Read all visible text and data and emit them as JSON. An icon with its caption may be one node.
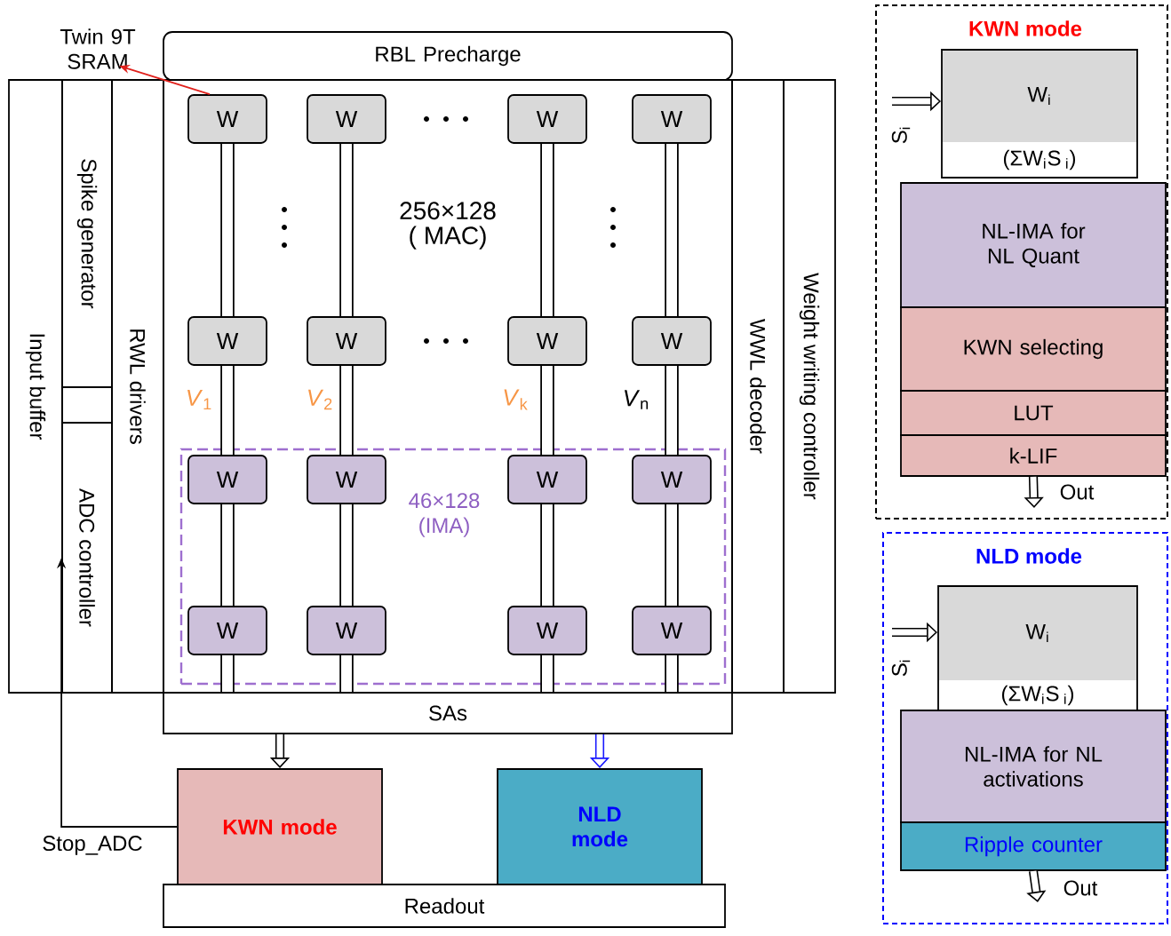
{
  "diagram": {
    "nodes": [
      {
        "text": [
          "Twin 9T SRAM"
        ]
      },
      {
        "text": [
          "RBL Precharge"
        ]
      },
      {
        "text": [
          "Input  buffer"
        ]
      },
      {
        "text": [
          "Spike generator"
        ]
      },
      {
        "text": [
          "ADC controller"
        ]
      },
      {
        "text": [
          "RWL drivers"
        ]
      },
      {
        "text": [
          "WWL decoder"
        ]
      },
      {
        "text": [
          "Weight writing controller"
        ]
      },
      {
        "text": [
          "W"
        ]
      },
      {
        "text": [
          "W"
        ]
      },
      {
        "text": [
          "W"
        ]
      },
      {
        "text": [
          "W"
        ]
      },
      {
        "text": [
          "W"
        ]
      },
      {
        "text": [
          "W"
        ]
      },
      {
        "text": [
          "W"
        ]
      },
      {
        "text": [
          "W"
        ]
      },
      {
        "text": [
          "46×128 (IMA)"
        ]
      },
      {
        "text": [
          "W"
        ],
        "in": 16
      },
      {
        "text": [
          "W"
        ],
        "in": 16
      },
      {
        "text": [
          "W"
        ],
        "in": 16
      },
      {
        "text": [
          "W"
        ],
        "in": 16
      },
      {
        "text": [
          "W"
        ],
        "in": 16
      },
      {
        "text": [
          "W"
        ],
        "in": 16
      },
      {
        "text": [
          "W"
        ],
        "in": 16
      },
      {
        "text": [
          "W"
        ],
        "in": 16
      },
      {
        "text": [
          "SAs"
        ]
      },
      {
        "text": [
          "KWN mode"
        ]
      },
      {
        "text": [
          "NLD mode"
        ]
      },
      {
        "text": [
          "Readout"
        ]
      },
      {
        "text": [
          "KWN mode"
        ]
      },
      {
        "text": [
          "W$_{i}$",
          "(ΣW$_{i}$S$_{ i}$)"
        ],
        "in": 29
      },
      {
        "text": [
          "NL-IMA for NL Quant"
        ],
        "in": 29
      },
      {
        "text": [
          "KWN selecting"
        ],
        "in": 29
      },
      {
        "text": [
          "LUT"
        ],
        "in": 29
      },
      {
        "text": [
          "k-LIF"
        ],
        "in": 29
      },
      {
        "text": [
          "NLD mode"
        ]
      },
      {
        "text": [
          "W$_{i}$",
          "(ΣW$_{i}$S$_{ i}$)"
        ],
        "in": 35
      },
      {
        "text": [
          "NL-IMA for NL activations"
        ],
        "in": 35
      },
      {
        "text": [
          "Ripple counter"
        ],
        "in": 35
      }
    ],
    "edges": [
      {
        "from": 8,
        "to": 0,
        "arrow": "to",
        "color": "#e0201b"
      },
      {
        "from": 25,
        "to": 26,
        "arrow": "to"
      },
      {
        "from": 25,
        "to": 27,
        "arrow": "to",
        "color": "#1a1aff"
      },
      {
        "from": 26,
        "to": 4,
        "arrow": "to",
        "label": "Stop_ADC"
      },
      {
        "from": null,
        "to": 30,
        "arrow": "to",
        "label": "S$_{i}$"
      },
      {
        "from": 34,
        "to": null,
        "arrow": "to",
        "label": "Out"
      },
      {
        "from": null,
        "to": 36,
        "arrow": "to",
        "label": "S$_{i}$"
      },
      {
        "from": 38,
        "to": null,
        "arrow": "to",
        "label": "Out"
      },
      {
        "from": 8,
        "to": 12,
        "arrow": "none"
      },
      {
        "from": 12,
        "to": 17,
        "arrow": "none"
      },
      {
        "from": 17,
        "to": 21,
        "arrow": "none"
      },
      {
        "from": 21,
        "to": 25,
        "arrow": "none"
      },
      {
        "from": 9,
        "to": 13,
        "arrow": "none"
      },
      {
        "from": 13,
        "to": 18,
        "arrow": "none"
      },
      {
        "from": 18,
        "to": 22,
        "arrow": "none"
      },
      {
        "from": 22,
        "to": 25,
        "arrow": "none"
      },
      {
        "from": 10,
        "to": 14,
        "arrow": "none"
      },
      {
        "from": 14,
        "to": 19,
        "arrow": "none"
      },
      {
        "from": 19,
        "to": 23,
        "arrow": "none"
      },
      {
        "from": 23,
        "to": 25,
        "arrow": "none"
      },
      {
        "from": 11,
        "to": 15,
        "arrow": "none"
      },
      {
        "from": 15,
        "to": 20,
        "arrow": "none"
      },
      {
        "from": 20,
        "to": 24,
        "arrow": "none"
      },
      {
        "from": 24,
        "to": 25,
        "arrow": "none"
      }
    ],
    "labels": [
      "256×128 ( MAC)",
      "*V*$_{1}$",
      "*V*$_{2}$",
      "*V*$_{k}$",
      "*V*$_{n}$"
    ]
  }
}
